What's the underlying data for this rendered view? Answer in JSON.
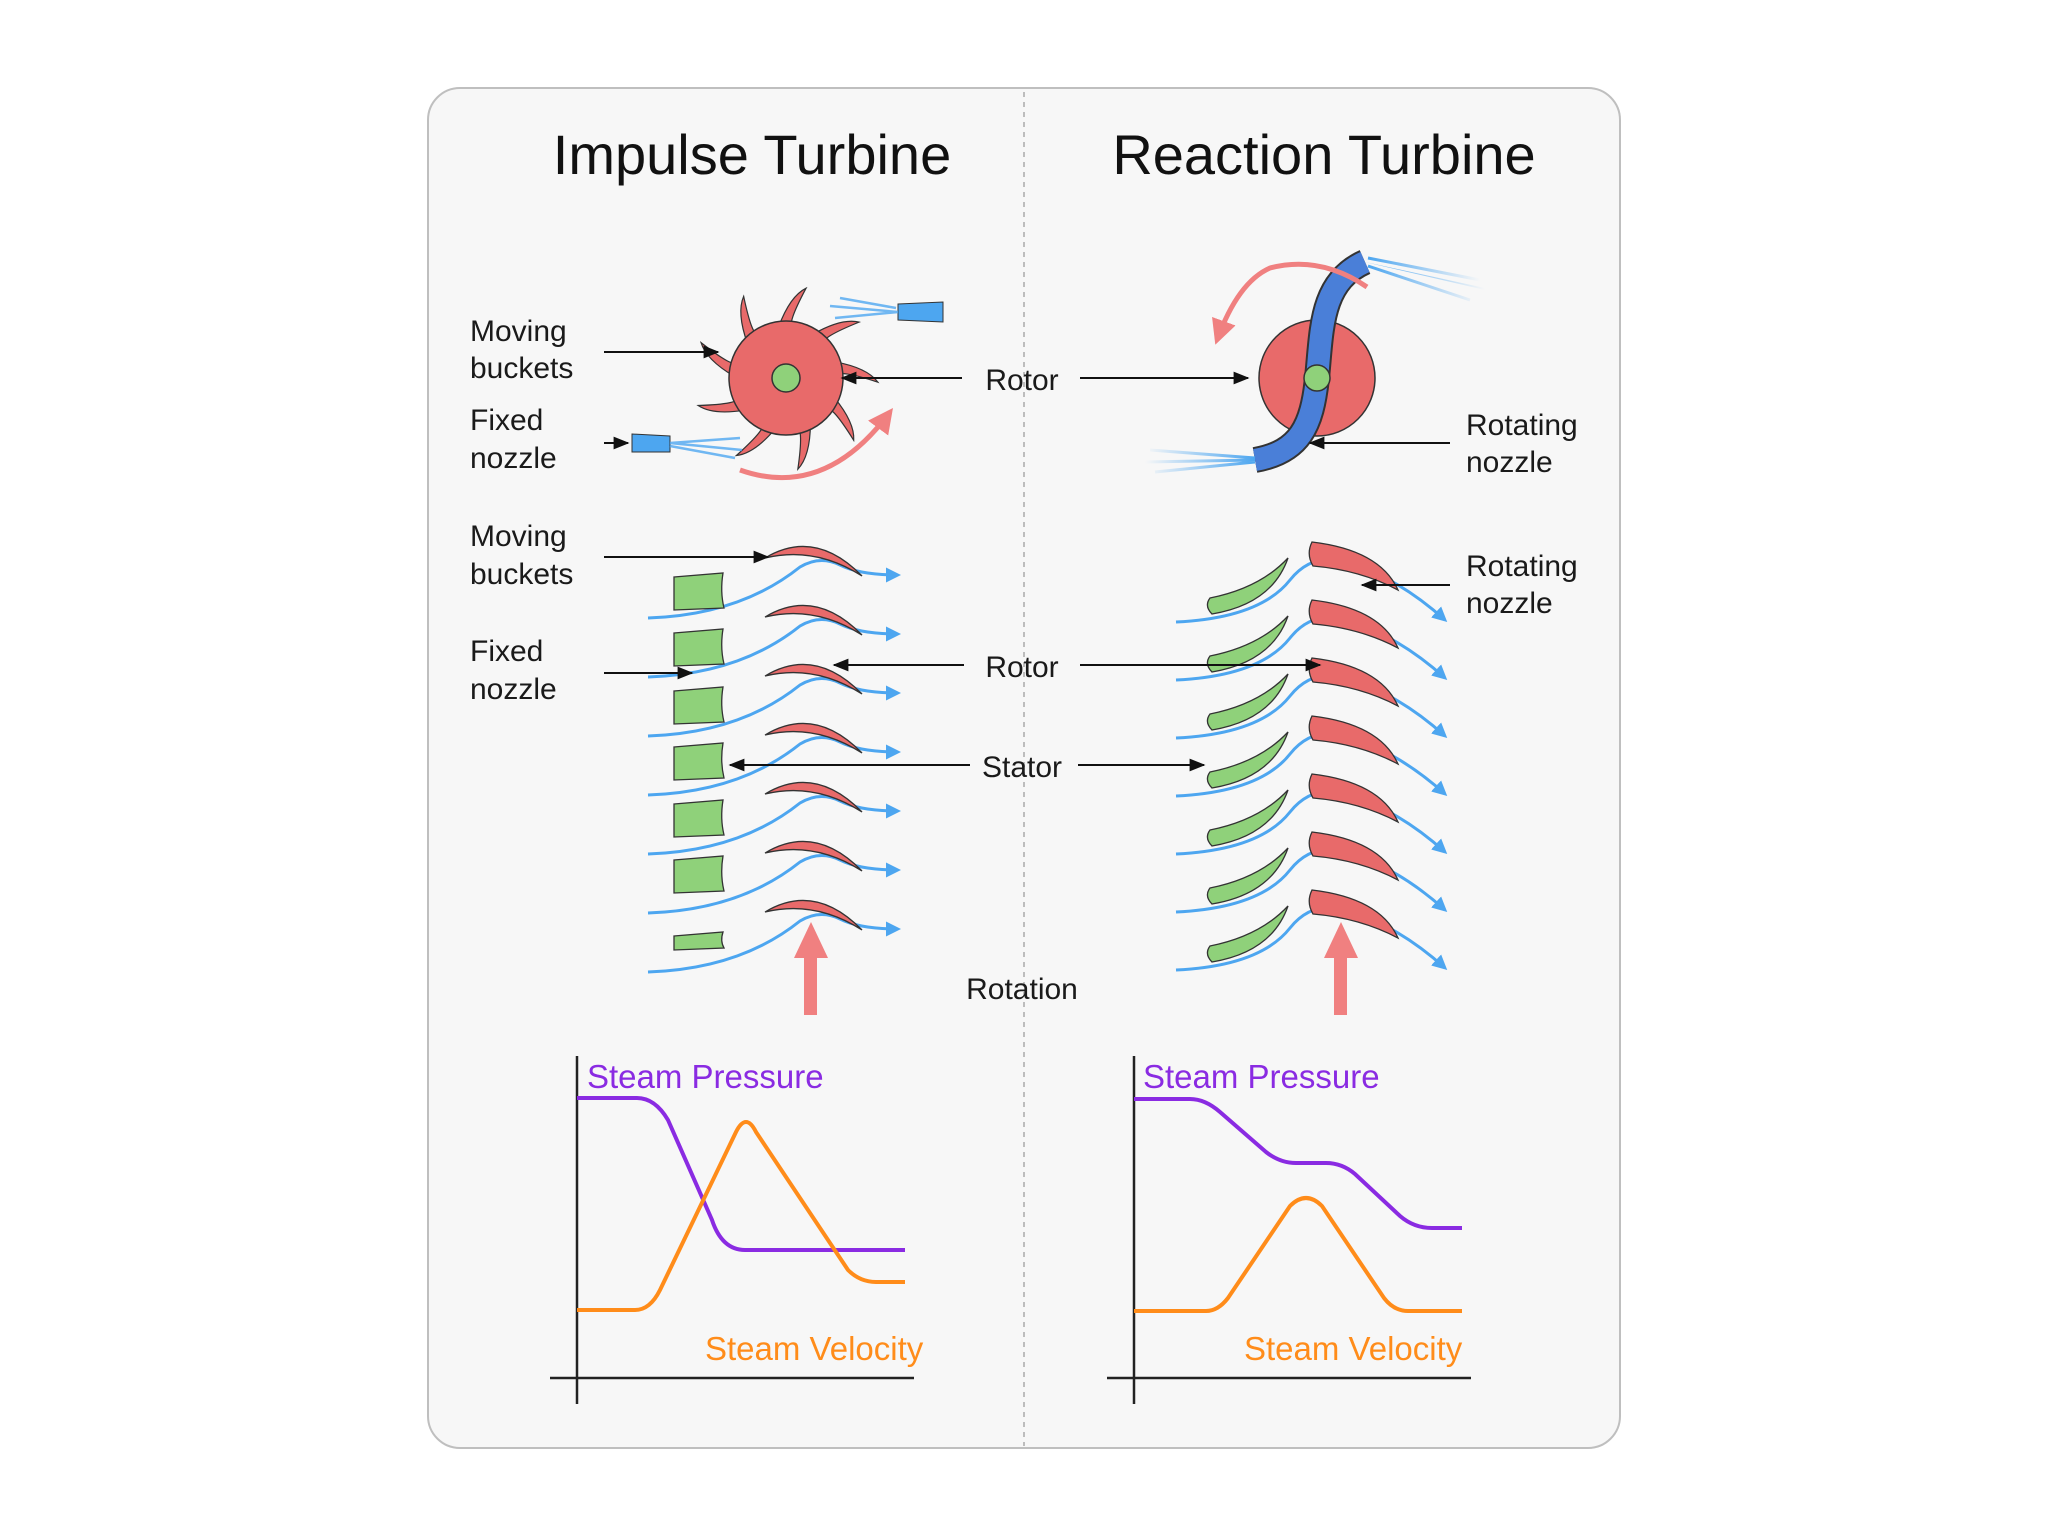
{
  "titles": {
    "left": "Impulse Turbine",
    "right": "Reaction Turbine"
  },
  "labels": {
    "moving_buckets_1": "Moving",
    "moving_buckets_2": "buckets",
    "fixed_nozzle_1": "Fixed",
    "fixed_nozzle_2": "nozzle",
    "rotor": "Rotor",
    "rotating_nozzle_1": "Rotating",
    "rotating_nozzle_2": "nozzle",
    "stator": "Stator",
    "rotation": "Rotation"
  },
  "plots": {
    "pressure_label": "Steam Pressure",
    "velocity_label": "Steam Velocity"
  },
  "colors": {
    "rotor_red": "#e86a6a",
    "stator_green": "#8fd17a",
    "steam_blue": "#4da6f0",
    "pressure_purple": "#8a2be2",
    "velocity_orange": "#ff8c1a",
    "arrow_pink": "#f08080"
  }
}
